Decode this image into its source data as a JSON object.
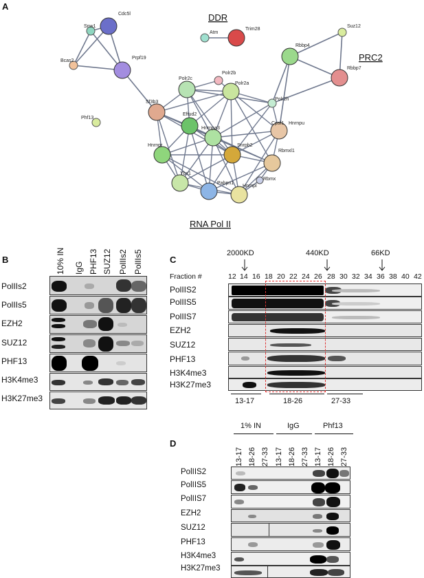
{
  "panelA": {
    "letter": "A",
    "groups": {
      "ddr": "DDR",
      "prc2": "PRC2",
      "polII": "RNA Pol II"
    },
    "nodes": [
      "Cdc5l",
      "Snw1",
      "Bcas2",
      "Prpf19",
      "Phf13",
      "Atm",
      "Trim28",
      "Suz12",
      "Rbbp4",
      "Rbbp7",
      "Polr2b",
      "Polr2c",
      "Polr2a",
      "Polr2h",
      "Sf3b3",
      "Eftud2",
      "Hnrnpa3",
      "Cpsf1",
      "Hnrnpu",
      "Hnrnpr",
      "Snrpb2",
      "Rbmxl1",
      "Ybx1",
      "Pabpn1",
      "Rbmx",
      "Hnrnpl"
    ]
  },
  "panelB": {
    "letter": "B",
    "lanes": [
      "10% IN",
      "IgG",
      "PHF13",
      "SUZ12",
      "PolIIs2",
      "PolIIs5"
    ],
    "rows": [
      "PolIIs2",
      "PolIIs5",
      "EZH2",
      "SUZ12",
      "PHF13",
      "H3K4me3",
      "H3K27me3"
    ]
  },
  "panelC": {
    "letter": "C",
    "markers": [
      "2000KD",
      "440KD",
      "66KD"
    ],
    "fraction_label": "Fraction #",
    "fractions": [
      "12",
      "14",
      "16",
      "18",
      "20",
      "22",
      "24",
      "26",
      "28",
      "30",
      "32",
      "34",
      "36",
      "38",
      "40",
      "42"
    ],
    "rows": [
      "PolIIS2",
      "PolIIS5",
      "PolIIS7",
      "EZH2",
      "SUZ12",
      "PHF13",
      "H3K4me3",
      "H3K27me3"
    ],
    "pools": [
      "13-17",
      "18-26",
      "27-33"
    ]
  },
  "panelD": {
    "letter": "D",
    "groups": [
      "1% IN",
      "IgG",
      "Phf13"
    ],
    "lanes": [
      "13-17",
      "18-26",
      "27-33",
      "13-17",
      "18-26",
      "27-33",
      "13-17",
      "18-26",
      "27-33"
    ],
    "rows": [
      "PolIIS2",
      "PolIIS5",
      "PolIIS7",
      "EZH2",
      "SUZ12",
      "PHF13",
      "H3K4me3",
      "H3K27me3"
    ]
  }
}
